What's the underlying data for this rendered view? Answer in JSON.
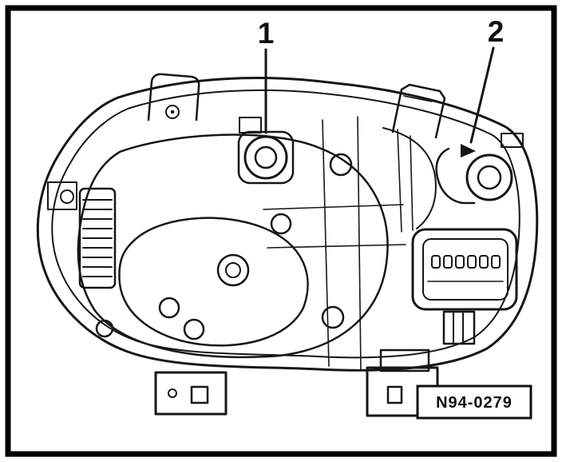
{
  "figure": {
    "type": "technical-line-drawing",
    "subject": "headlight-housing-rear-view",
    "callouts": [
      {
        "label": "1",
        "points_to": "bulb-socket-1"
      },
      {
        "label": "2",
        "points_to": "bulb-socket-2"
      }
    ],
    "part_number_label": "N94-0279",
    "colors": {
      "line": "#161616",
      "background": "#ffffff",
      "border": "#000000"
    }
  }
}
